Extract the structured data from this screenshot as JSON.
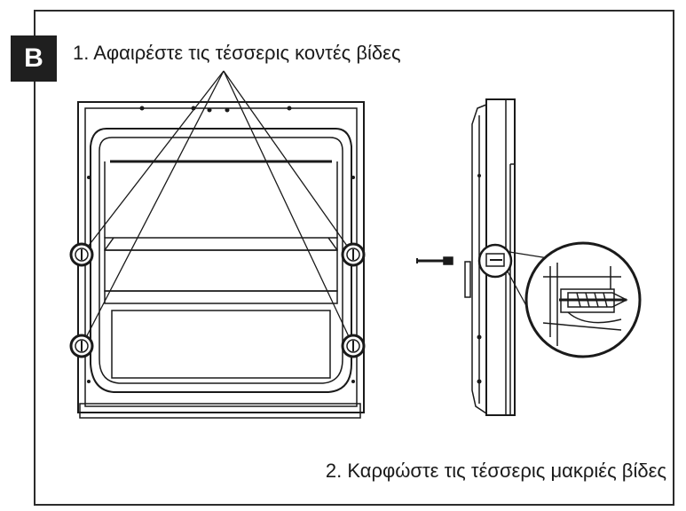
{
  "badge": {
    "label": "B"
  },
  "steps": {
    "step1": "1. Αφαιρέστε τις τέσσερις κοντές βίδες",
    "step2": "2. Καρφώστε τις τέσσερις μακριές βίδες"
  },
  "colors": {
    "ink": "#1a1a1a",
    "frame": "#2b2b2b",
    "badge_bg": "#1f1f1f",
    "background": "#ffffff"
  },
  "icons": {
    "screw_marker": "screw-circle-icon",
    "long_screw": "long-screw-icon",
    "zoom_detail": "magnifier-detail-icon"
  }
}
